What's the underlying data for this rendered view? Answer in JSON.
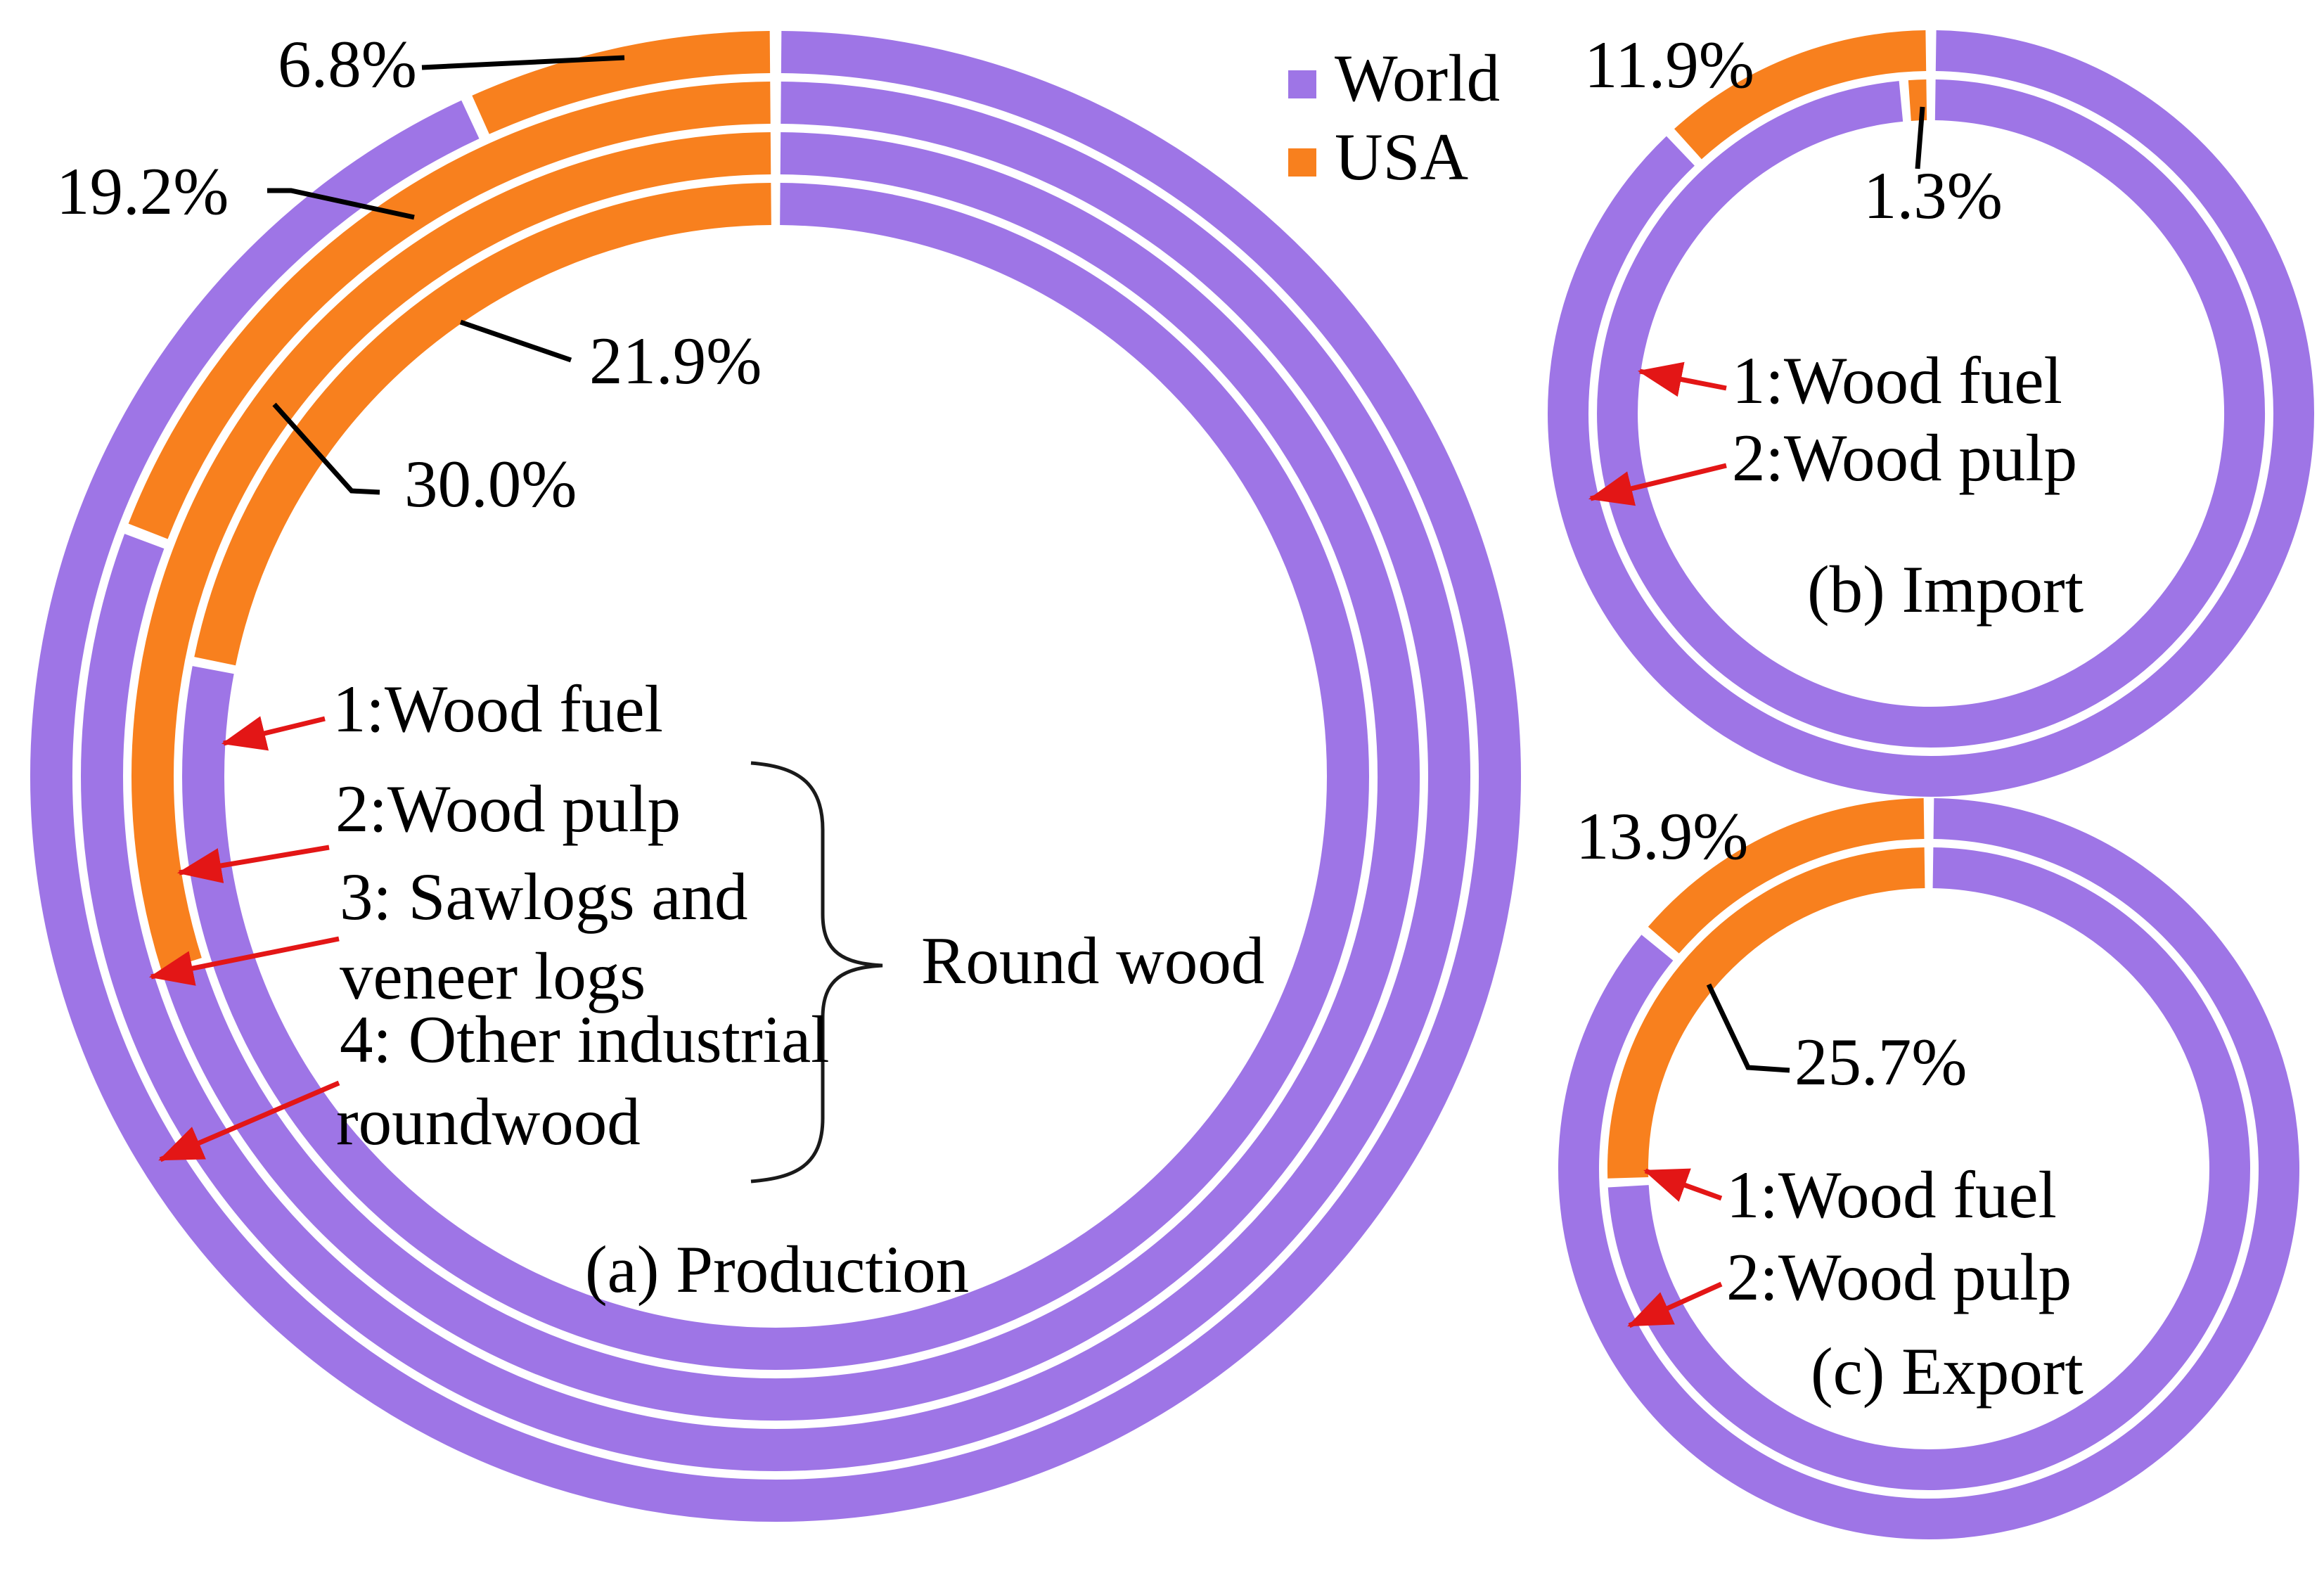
{
  "figure": {
    "description": "Three concentric-ring donut charts comparing USA share of World forestry product totals",
    "background": "#ffffff"
  },
  "colors": {
    "world": "#9E75E6",
    "usa": "#F8801E",
    "arrow": "#E31616",
    "leader": "#000000",
    "text": "#000000"
  },
  "legend": {
    "items": [
      {
        "label": "World",
        "color_key": "world"
      },
      {
        "label": "USA",
        "color_key": "usa"
      }
    ]
  },
  "chart_data": [
    {
      "id": "production",
      "type": "donut-multi-ring",
      "title": "(a) Production",
      "start": "12 o'clock",
      "direction": "counterclockwise",
      "rings_outer_to_inner": "listed outermost first",
      "rings": [
        {
          "list_number": 4,
          "product": "Other industrial roundwood",
          "usa_pct": 6.8,
          "pct_label": "6.8%"
        },
        {
          "list_number": 3,
          "product": "Sawlogs and veneer logs",
          "usa_pct": 19.2,
          "pct_label": "19.2%"
        },
        {
          "list_number": 2,
          "product": "Wood pulp",
          "usa_pct": 30.0,
          "pct_label": "30.0%"
        },
        {
          "list_number": 1,
          "product": "Wood fuel",
          "usa_pct": 21.9,
          "pct_label": "21.9%"
        }
      ],
      "group_label": "Round wood"
    },
    {
      "id": "import",
      "type": "donut-multi-ring",
      "title": "(b) Import",
      "start": "12 o'clock",
      "direction": "counterclockwise",
      "rings": [
        {
          "list_number": 2,
          "product": "Wood pulp",
          "usa_pct": 11.9,
          "pct_label": "11.9%"
        },
        {
          "list_number": 1,
          "product": "Wood fuel",
          "usa_pct": 1.3,
          "pct_label": "1.3%"
        }
      ]
    },
    {
      "id": "export",
      "type": "donut-multi-ring",
      "title": "(c) Export",
      "start": "12 o'clock",
      "direction": "counterclockwise",
      "rings": [
        {
          "list_number": 2,
          "product": "Wood pulp",
          "usa_pct": 13.9,
          "pct_label": "13.9%"
        },
        {
          "list_number": 1,
          "product": "Wood fuel",
          "usa_pct": 25.7,
          "pct_label": "25.7%"
        }
      ]
    }
  ],
  "annotations": {
    "production": {
      "item_lines": [
        "1:Wood fuel",
        "2:Wood pulp",
        "3: Sawlogs and",
        "veneer logs",
        "4: Other industrial",
        "roundwood"
      ],
      "brace_label": "Round wood"
    },
    "import": {
      "item_lines": [
        "1:Wood fuel",
        "2:Wood pulp"
      ]
    },
    "export": {
      "item_lines": [
        "1:Wood fuel",
        "2:Wood pulp"
      ]
    }
  }
}
